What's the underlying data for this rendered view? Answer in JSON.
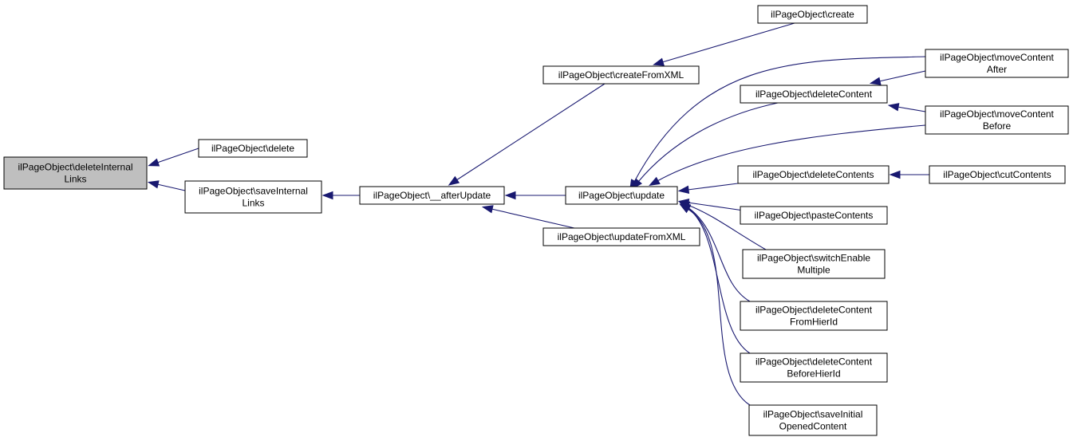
{
  "graph": {
    "nodes": {
      "deleteInternalLinks": [
        "ilPageObject\\deleteInternal",
        "Links"
      ],
      "delete": [
        "ilPageObject\\delete"
      ],
      "saveInternalLinks": [
        "ilPageObject\\saveInternal",
        "Links"
      ],
      "afterUpdate": [
        "ilPageObject\\__afterUpdate"
      ],
      "createFromXML": [
        "ilPageObject\\createFromXML"
      ],
      "update": [
        "ilPageObject\\update"
      ],
      "updateFromXML": [
        "ilPageObject\\updateFromXML"
      ],
      "create": [
        "ilPageObject\\create"
      ],
      "deleteContent": [
        "ilPageObject\\deleteContent"
      ],
      "moveContentAfter": [
        "ilPageObject\\moveContent",
        "After"
      ],
      "moveContentBefore": [
        "ilPageObject\\moveContent",
        "Before"
      ],
      "deleteContents": [
        "ilPageObject\\deleteContents"
      ],
      "cutContents": [
        "ilPageObject\\cutContents"
      ],
      "pasteContents": [
        "ilPageObject\\pasteContents"
      ],
      "switchEnableMultiple": [
        "ilPageObject\\switchEnable",
        "Multiple"
      ],
      "deleteContentFromHierId": [
        "ilPageObject\\deleteContent",
        "FromHierId"
      ],
      "deleteContentBeforeHierId": [
        "ilPageObject\\deleteContent",
        "BeforeHierId"
      ],
      "saveInitialOpenedContent": [
        "ilPageObject\\saveInitial",
        "OpenedContent"
      ]
    },
    "edges": [
      [
        "delete",
        "deleteInternalLinks"
      ],
      [
        "saveInternalLinks",
        "deleteInternalLinks"
      ],
      [
        "afterUpdate",
        "saveInternalLinks"
      ],
      [
        "createFromXML",
        "afterUpdate"
      ],
      [
        "update",
        "afterUpdate"
      ],
      [
        "updateFromXML",
        "afterUpdate"
      ],
      [
        "create",
        "createFromXML"
      ],
      [
        "moveContentAfter",
        "update"
      ],
      [
        "deleteContent",
        "update"
      ],
      [
        "moveContentBefore",
        "update"
      ],
      [
        "deleteContents",
        "update"
      ],
      [
        "pasteContents",
        "update"
      ],
      [
        "switchEnableMultiple",
        "update"
      ],
      [
        "deleteContentFromHierId",
        "update"
      ],
      [
        "deleteContentBeforeHierId",
        "update"
      ],
      [
        "saveInitialOpenedContent",
        "update"
      ],
      [
        "moveContentAfter",
        "deleteContent"
      ],
      [
        "moveContentBefore",
        "deleteContent"
      ],
      [
        "cutContents",
        "deleteContents"
      ]
    ],
    "root": "deleteInternalLinks",
    "colors": {
      "edge": "#191970",
      "root_fill": "#bfbfbf",
      "node_fill": "#ffffff",
      "node_border": "#000000"
    }
  }
}
